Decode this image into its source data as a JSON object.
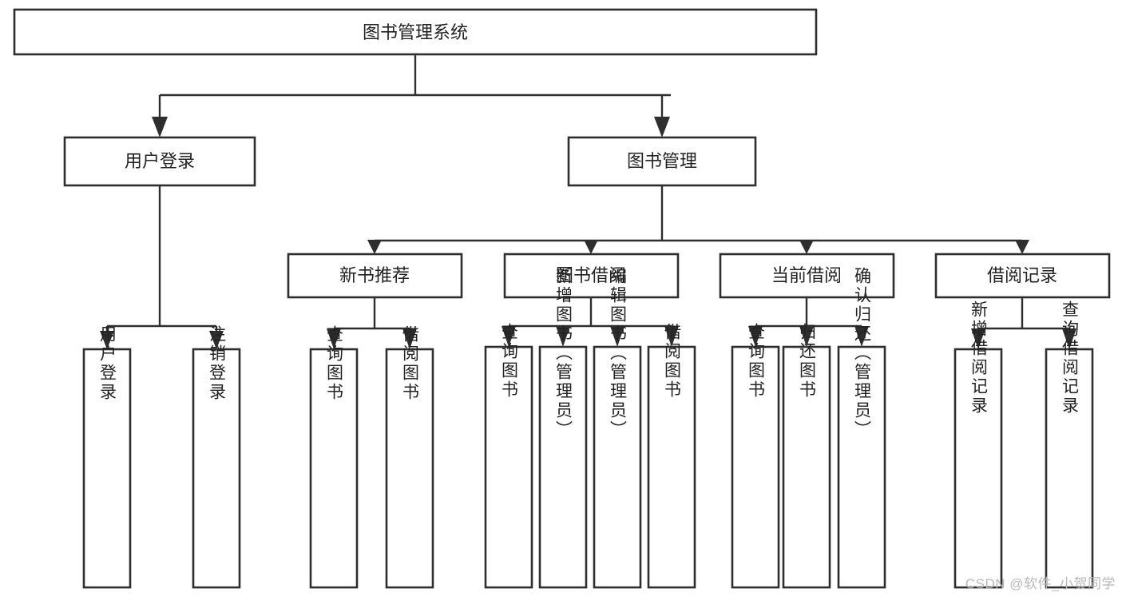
{
  "diagram": {
    "title": "图书管理系统",
    "type": "hierarchy-tree",
    "watermark": "CSDN @软件_小贺同学",
    "colors": {
      "stroke": "#2e2e2e",
      "fill": "#ffffff",
      "text": "#222222",
      "watermark": "#b9b9b9"
    },
    "root": {
      "label": "图书管理系统"
    },
    "level1": [
      {
        "label": "用户登录"
      },
      {
        "label": "图书管理"
      }
    ],
    "level2": [
      {
        "label": "新书推荐"
      },
      {
        "label": "图书借阅"
      },
      {
        "label": "当前借阅"
      },
      {
        "label": "借阅记录"
      }
    ],
    "leaves": {
      "user_login": [
        {
          "label": "用户登录"
        },
        {
          "label": "注销登录"
        }
      ],
      "new_book_recommend": [
        {
          "label": "查询图书"
        },
        {
          "label": "借阅图书"
        }
      ],
      "book_borrow": [
        {
          "label": "查询图书"
        },
        {
          "label": "新增图书（管理员）"
        },
        {
          "label": "编辑图书（管理员）"
        },
        {
          "label": "借阅图书"
        }
      ],
      "current_borrow": [
        {
          "label": "查询图书"
        },
        {
          "label": "归还图书"
        },
        {
          "label": "确认归还（管理员）"
        }
      ],
      "borrow_record": [
        {
          "label": "新增借阅记录"
        },
        {
          "label": "查询借阅记录"
        }
      ]
    }
  }
}
